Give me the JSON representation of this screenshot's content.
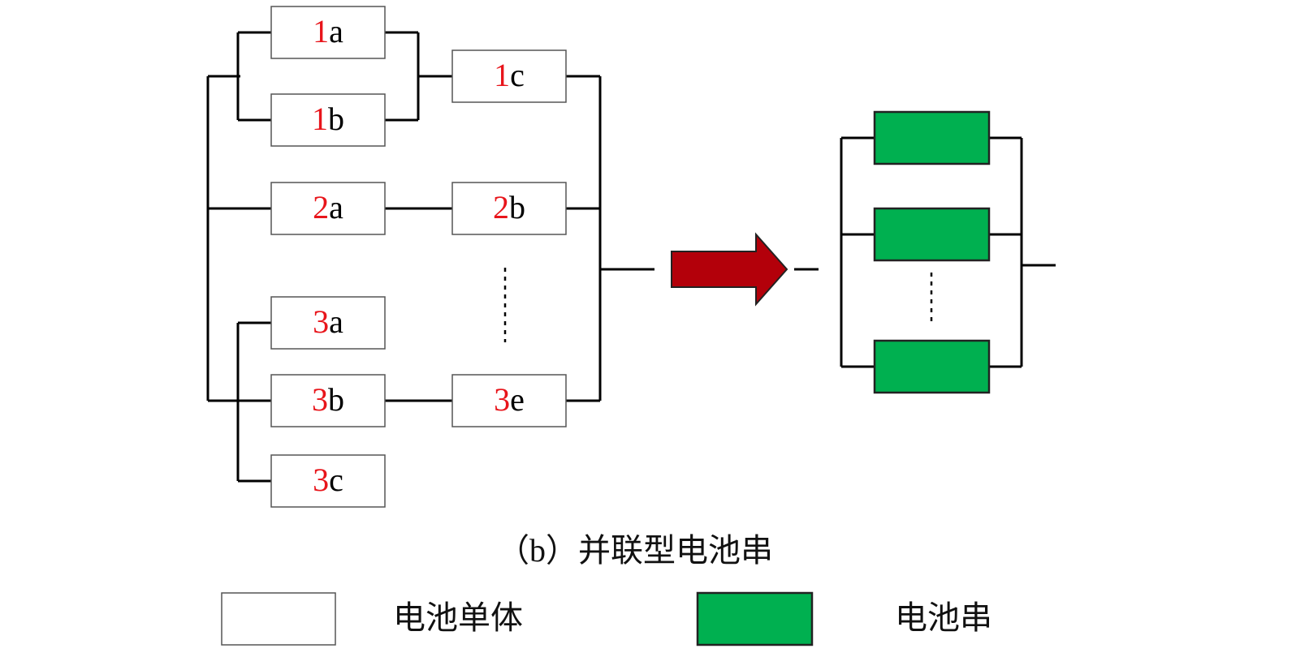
{
  "colors": {
    "cell_number": "#e8151b",
    "cell_letter": "#000000",
    "string_fill": "#00b050",
    "arrow_fill": "#b3000a",
    "wire": "#000000"
  },
  "cells": [
    {
      "id": "1a",
      "number": "1",
      "letter": "a"
    },
    {
      "id": "1b",
      "number": "1",
      "letter": "b"
    },
    {
      "id": "1c",
      "number": "1",
      "letter": "c"
    },
    {
      "id": "2a",
      "number": "2",
      "letter": "a"
    },
    {
      "id": "2b",
      "number": "2",
      "letter": "b"
    },
    {
      "id": "3a",
      "number": "3",
      "letter": "a"
    },
    {
      "id": "3b",
      "number": "3",
      "letter": "b"
    },
    {
      "id": "3c",
      "number": "3",
      "letter": "c"
    },
    {
      "id": "3e",
      "number": "3",
      "letter": "e"
    }
  ],
  "caption": "（b）并联型电池串",
  "legend": {
    "cell_label": "电池单体",
    "string_label": "电池串"
  },
  "icons": {
    "arrow": "right-arrow-icon",
    "ellipsis": "vertical-ellipsis-icon"
  }
}
